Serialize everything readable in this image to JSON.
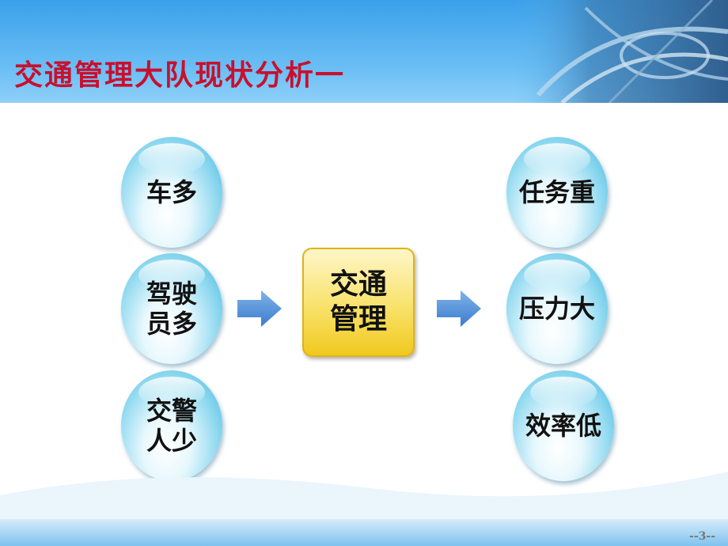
{
  "slide": {
    "title": "交通管理大队现状分析一",
    "page_number": "--3--"
  },
  "causes": [
    {
      "label": "车多"
    },
    {
      "label": "驾驶\n员多"
    },
    {
      "label": "交警\n人少"
    }
  ],
  "center": {
    "label": "交通\n管理"
  },
  "effects": [
    {
      "label": "任务重"
    },
    {
      "label": "压力大"
    },
    {
      "label": "效率低"
    }
  ],
  "colors": {
    "title": "#c8102e",
    "header": "#3aa0ea",
    "arrow": "#4f8fd6",
    "center_box": "#f8e26a"
  }
}
